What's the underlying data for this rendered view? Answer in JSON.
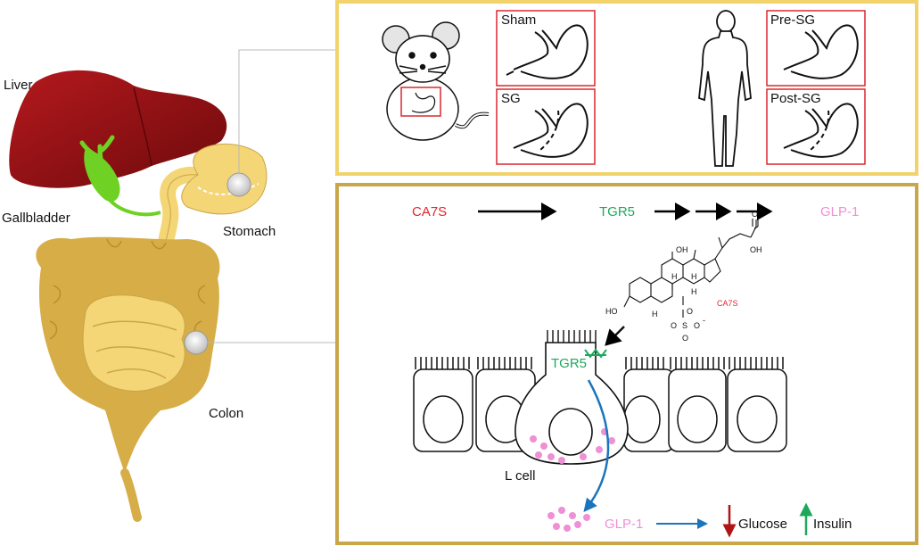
{
  "organs": {
    "liver": "Liver",
    "gallbladder": "Gallbladder",
    "stomach": "Stomach",
    "colon": "Colon"
  },
  "models": {
    "mouse_sham": "Sham",
    "mouse_sg": "SG",
    "human_pre": "Pre-SG",
    "human_post": "Post-SG"
  },
  "pathway": {
    "step1": "CA7S",
    "step2": "TGR5",
    "step3": "GLP-1"
  },
  "molecule": {
    "label": "CA7S",
    "oh_top": "OH",
    "oh_acid": "OH",
    "carbonyl_o": "O",
    "ho_left": "HO",
    "h1": "H",
    "h2": "H",
    "h3": "H",
    "h4": "H",
    "sulfate_o1": "O",
    "sulfate_s": "S",
    "sulfate_o2": "O",
    "sulfate_o3": "O",
    "sulfate_charge": "-",
    "sulfate_o_link": "O"
  },
  "cell": {
    "receptor": "TGR5",
    "lcell": "L cell",
    "secreted": "GLP-1",
    "glucose": "Glucose",
    "insulin": "Insulin"
  },
  "colors": {
    "ca7s": "#e3262b",
    "tgr5": "#1fa85c",
    "glp1": "#ef8fd5",
    "frame": "#f2d36b",
    "frame2": "#c9a64a",
    "liver": "#8e1013",
    "gall": "#6fd123",
    "gut": "#d6ad47",
    "stomach": "#f4d676",
    "red_box": "#d9282f",
    "blue_arrow": "#1b75bc",
    "down_arrow": "#b01414",
    "up_arrow": "#1fa85c"
  }
}
